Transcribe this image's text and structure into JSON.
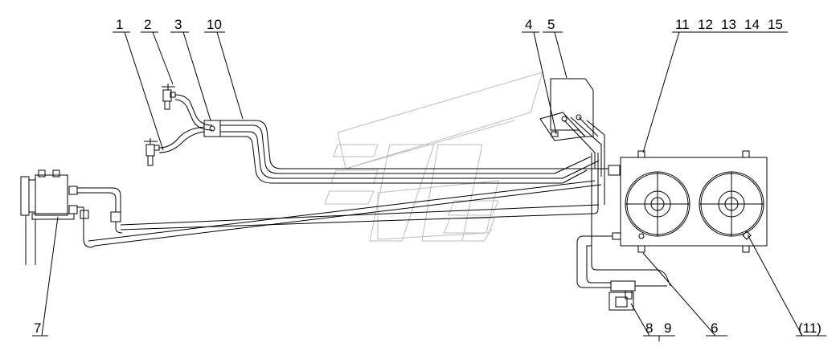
{
  "diagram": {
    "labels": [
      {
        "id": "1",
        "text": "1"
      },
      {
        "id": "2",
        "text": "2"
      },
      {
        "id": "3",
        "text": "3"
      },
      {
        "id": "10",
        "text": "10"
      },
      {
        "id": "4",
        "text": "4"
      },
      {
        "id": "5",
        "text": "5"
      },
      {
        "id": "11",
        "text": "11"
      },
      {
        "id": "12",
        "text": "12"
      },
      {
        "id": "13",
        "text": "13"
      },
      {
        "id": "14",
        "text": "14"
      },
      {
        "id": "15",
        "text": "15"
      },
      {
        "id": "7",
        "text": "7"
      },
      {
        "id": "8",
        "text": "8"
      },
      {
        "id": "9",
        "text": "9"
      },
      {
        "id": "6",
        "text": "6"
      },
      {
        "id": "11b",
        "text": "(11)"
      }
    ]
  }
}
